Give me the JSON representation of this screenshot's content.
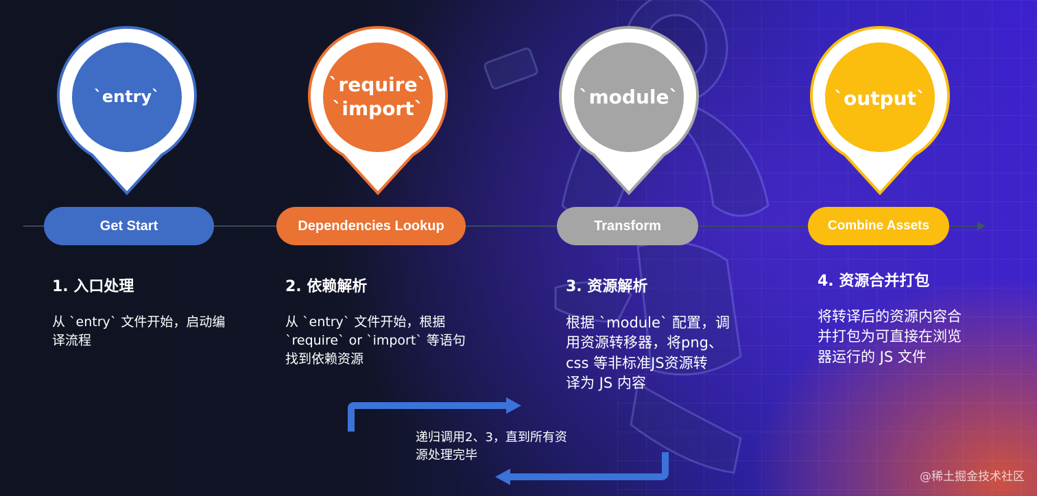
{
  "colors": {
    "blue": "#3f6cc5",
    "orange": "#ea7232",
    "gray": "#a5a5a5",
    "yellow": "#fbbd0e",
    "arrow": "#3b73d9"
  },
  "steps": [
    {
      "pin_text": "`entry`",
      "pill_label": "Get Start",
      "title": "1. 入口处理",
      "description": "从 `entry` 文件开始，启动编\n译流程"
    },
    {
      "pin_text": "`require`\n`import`",
      "pill_label": "Dependencies Lookup",
      "title": "2. 依赖解析",
      "description": "从 `entry` 文件开始，根据\n`require` or `import` 等语句\n找到依赖资源"
    },
    {
      "pin_text": "`module`",
      "pill_label": "Transform",
      "title": "3. 资源解析",
      "description": "根据 `module` 配置，调\n用资源转移器，将png、\ncss    等非标准JS资源转\n译为 JS 内容"
    },
    {
      "pin_text": "`output`",
      "pill_label": "Combine Assets",
      "title": "4. 资源合并打包",
      "description": "将转译后的资源内容合\n并打包为可直接在浏览\n器运行的 JS 文件"
    }
  ],
  "loop_note": "递归调用2、3，直到所有资\n源处理完毕",
  "watermark": "@稀土掘金技术社区"
}
